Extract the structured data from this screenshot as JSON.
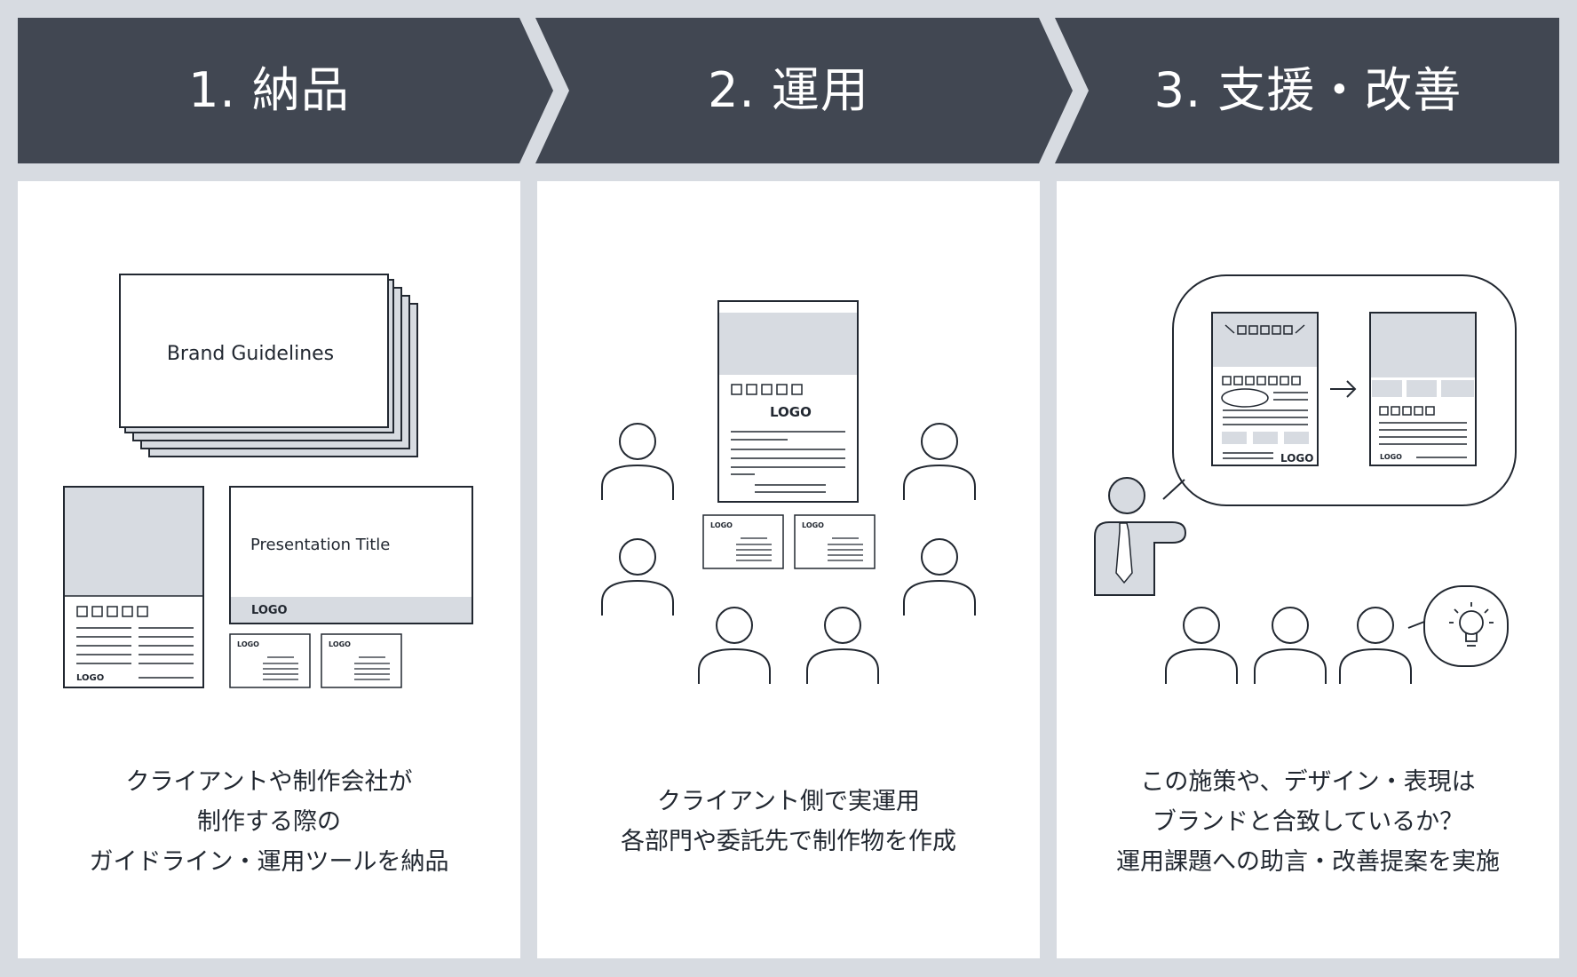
{
  "colors": {
    "banner": "#414752",
    "background": "#d7dbe1",
    "panel": "#ffffff",
    "accent_gray": "#d7dbe1",
    "ink": "#222831"
  },
  "steps": [
    {
      "label": "1. 納品",
      "caption": [
        "クライアントや制作会社が",
        "制作する際の",
        "ガイドライン・運用ツールを納品"
      ]
    },
    {
      "label": "2. 運用",
      "caption": [
        "クライアント側で実運用",
        "各部門や委託先で制作物を作成"
      ]
    },
    {
      "label": "3. 支援・改善",
      "caption": [
        "この施策や、デザイン・表現は",
        "ブランドと合致しているか？",
        "運用課題への助言・改善提案を実施"
      ]
    }
  ],
  "illustrations": {
    "brand_guidelines_title": "Brand Guidelines",
    "presentation_title": "Presentation Title",
    "logo_text": "LOGO",
    "icons": [
      "document-stack-icon",
      "poster-icon",
      "slide-icon",
      "business-card-icon",
      "person-icon",
      "presenter-icon",
      "speech-bubble-icon",
      "arrow-right-icon",
      "lightbulb-icon"
    ]
  }
}
